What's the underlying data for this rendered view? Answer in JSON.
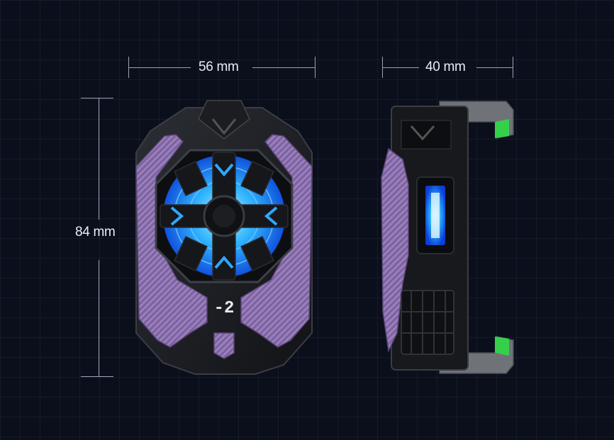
{
  "dimensions": {
    "width_label": "56 mm",
    "side_width_label": "40 mm",
    "height_label": "84 mm"
  },
  "display": {
    "readout": "-2"
  },
  "colors": {
    "background": "#0a0f1b",
    "body_black": "#1a1c20",
    "purple_trim": "#8a6fa8",
    "fan_blue": "#2ea8ff",
    "clamp_green": "#35d04a"
  }
}
